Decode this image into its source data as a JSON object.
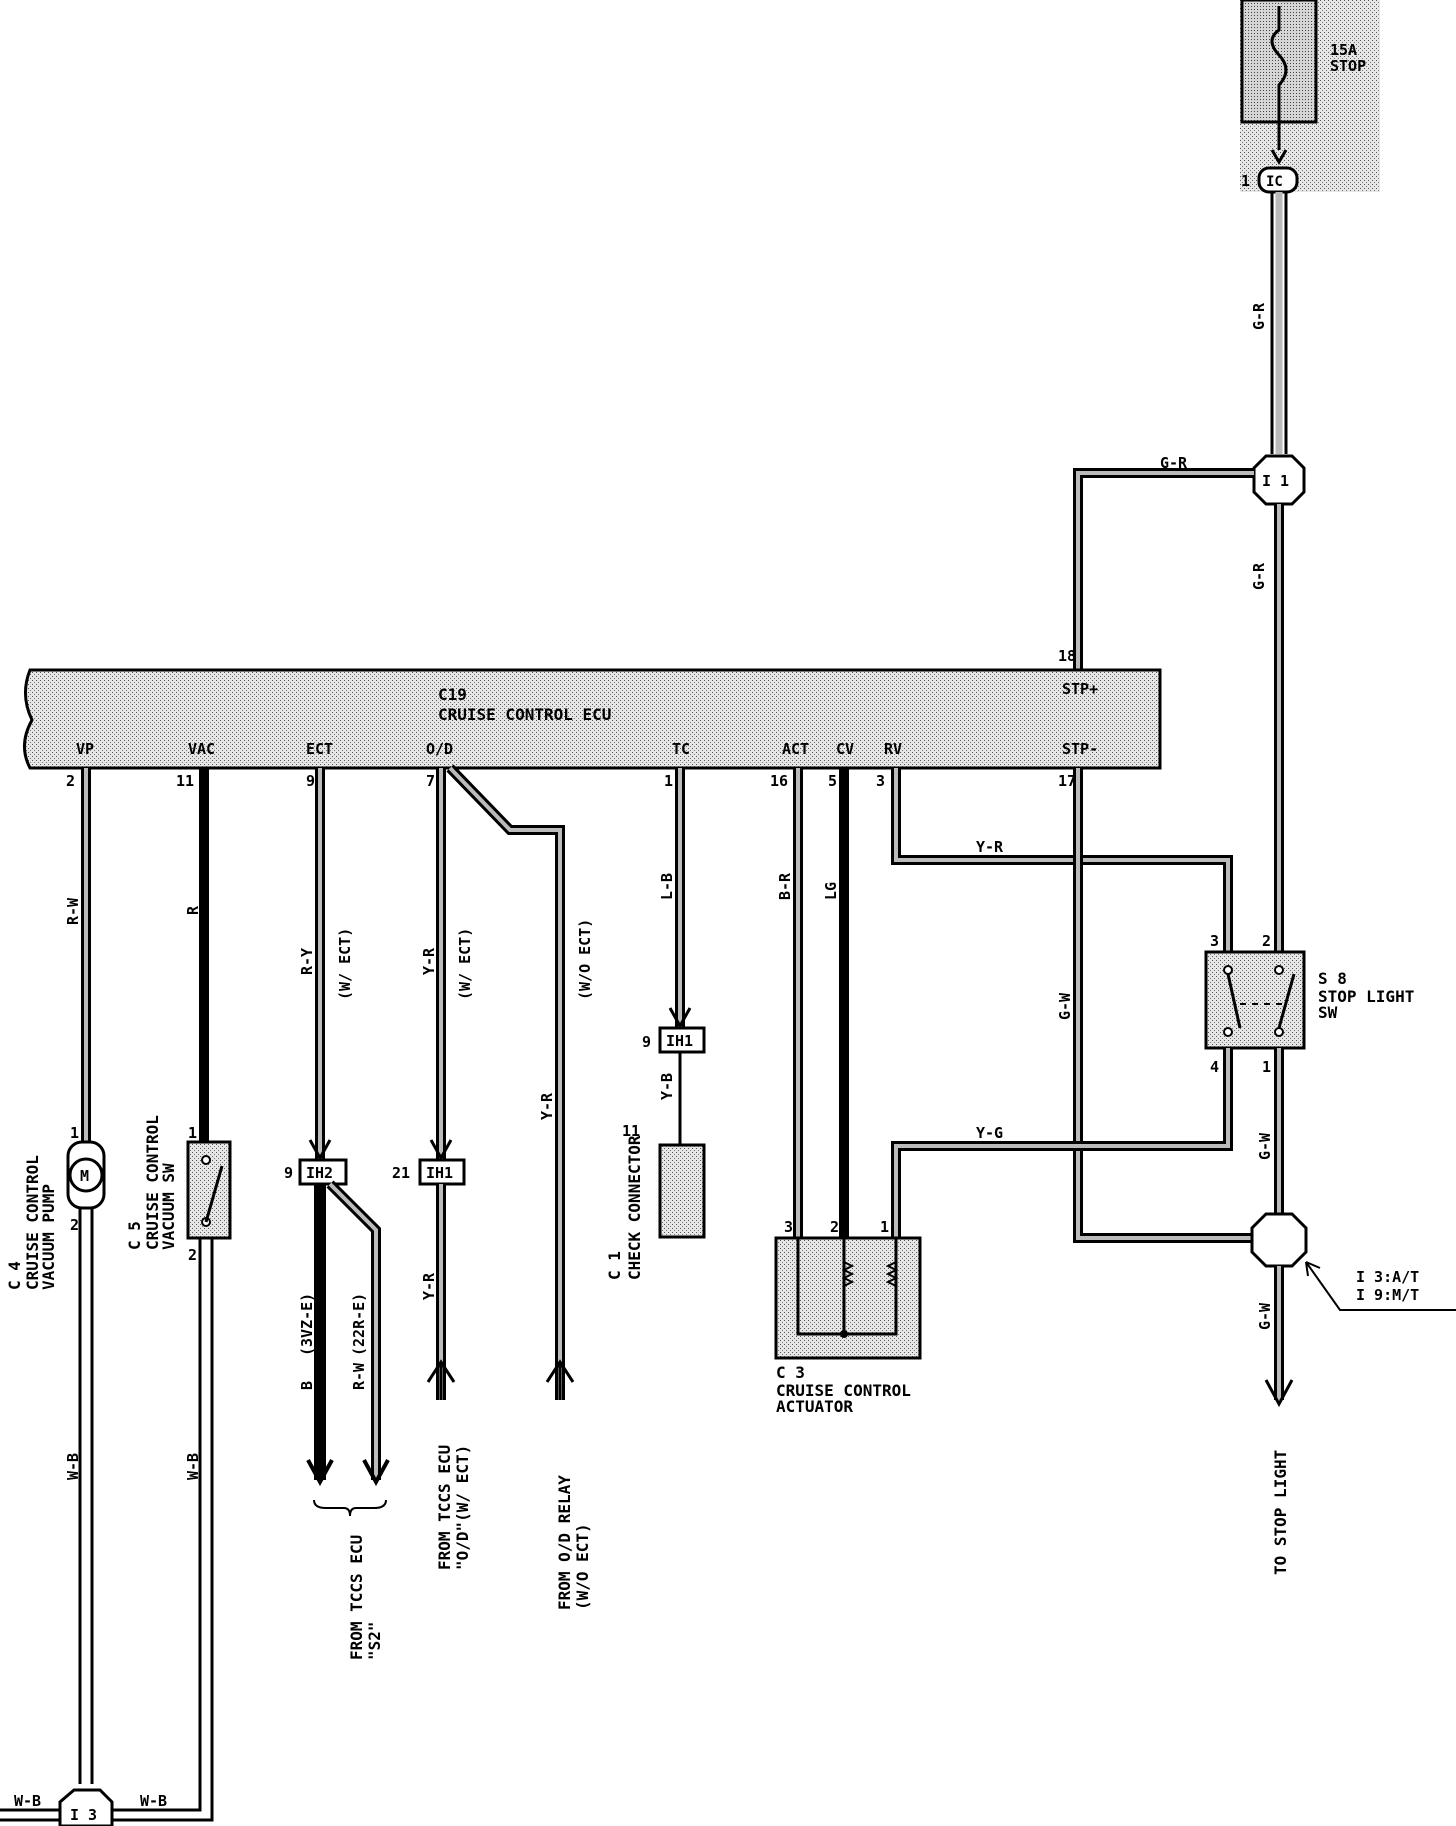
{
  "fuse": {
    "amp": "15A",
    "name": "STOP",
    "pin": "1",
    "connector": "IC"
  },
  "ecu": {
    "id": "C19",
    "name": "CRUISE CONTROL ECU",
    "terminals": {
      "vp": "VP",
      "vac": "VAC",
      "ect": "ECT",
      "od": "O/D",
      "tc": "TC",
      "act": "ACT",
      "cv": "CV",
      "rv": "RV",
      "stp_plus": "STP+",
      "stp_minus": "STP-"
    },
    "pins": {
      "vp": "2",
      "vac": "11",
      "ect": "9",
      "od": "7",
      "tc": "1",
      "act": "16",
      "cv": "5",
      "rv": "3",
      "stp_plus": "18",
      "stp_minus": "17"
    }
  },
  "wires": {
    "gr_top": "G-R",
    "gr_branch": "G-R",
    "gr_mid": "G-R",
    "rw": "R-W",
    "r": "R",
    "ry": "R-Y",
    "ry_note": "(W/ ECT)",
    "yr": "Y-R",
    "yr_note": "(W/ ECT)",
    "yr_noect_note": "(W/O ECT)",
    "yr_noect": "Y-R",
    "lb": "L-B",
    "yb": "Y-B",
    "br": "B-R",
    "lg": "LG",
    "yr_h": "Y-R",
    "yg_h": "Y-G",
    "gw_left": "G-W",
    "gw_right": "G-W",
    "gw_bottom": "G-W",
    "wb_left": "W-B",
    "wb_right": "W-B",
    "wb_bot_left": "W-B",
    "wb_bot_right": "W-B",
    "b": "B",
    "b_note": "(3VZ-E)",
    "rw2": "R-W",
    "rw2_note": "(22R-E)",
    "yr_low": "Y-R"
  },
  "junctions": {
    "i1": "I 1",
    "i3": "I 3",
    "multi_note_1": "I 3:A/T",
    "multi_note_2": "I 9:M/T"
  },
  "stop_switch": {
    "id": "S 8",
    "name1": "STOP LIGHT",
    "name2": "SW",
    "pin3": "3",
    "pin2": "2",
    "pin4": "4",
    "pin1": "1"
  },
  "pump": {
    "id": "C 4",
    "name1": "CRUISE CONTROL",
    "name2": "VACUUM PUMP",
    "symbol": "M",
    "pin1": "1",
    "pin2": "2"
  },
  "vacuum_sw": {
    "id": "C 5",
    "name1": "CRUISE CONTROL",
    "name2": "VACUUM SW",
    "pin1": "1",
    "pin2": "2"
  },
  "check_connector": {
    "id": "C 1",
    "name": "CHECK CONNECTOR",
    "ih1_pin": "9",
    "ih1_label": "IH1",
    "pin11": "11"
  },
  "ih2": {
    "pin": "9",
    "label": "IH2"
  },
  "ih1_b": {
    "pin": "21",
    "label": "IH1"
  },
  "actuator": {
    "id": "C 3",
    "name1": "CRUISE CONTROL",
    "name2": "ACTUATOR",
    "pin3": "3",
    "pin2": "2",
    "pin1": "1"
  },
  "notes": {
    "from_tccs": "FROM TCCS ECU",
    "from_tccs_2": "\"S2\"",
    "from_tccs_od": "FROM TCCS ECU",
    "from_tccs_od_2": "\"O/D\"(W/ ECT)",
    "from_od_relay": "FROM O/D RELAY",
    "from_od_relay_2": "(W/O ECT)",
    "to_stop": "TO STOP LIGHT"
  },
  "colors": {
    "stroke": "#000000",
    "shade": "#c8c8c8",
    "paper": "#ffffff"
  }
}
